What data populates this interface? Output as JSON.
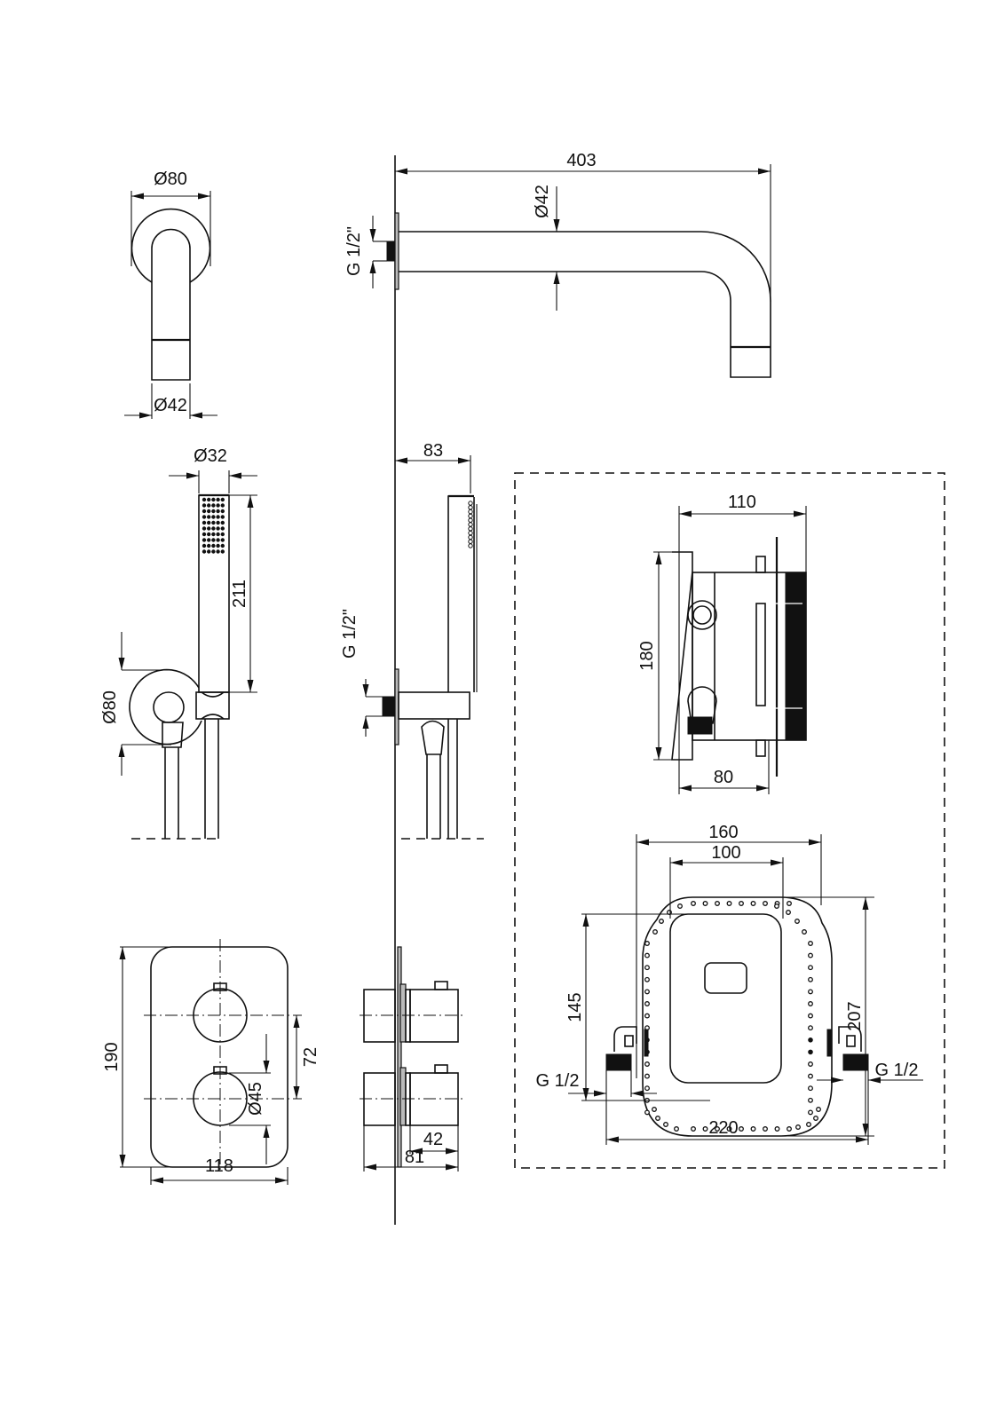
{
  "drawing": {
    "spout_front": {
      "flange_diameter": "Ø80",
      "outlet_diameter": "Ø42"
    },
    "spout_side": {
      "projection": "403",
      "pipe_diameter": "Ø42",
      "connection_thread": "G 1/2\""
    },
    "hand_shower_front": {
      "handle_diameter": "Ø32",
      "handle_length": "211",
      "outlet_diameter": "Ø80"
    },
    "hand_shower_side": {
      "projection": "83",
      "connection_thread": "G 1/2\""
    },
    "mixer_front": {
      "height": "190",
      "width": "118",
      "knob_spacing": "72",
      "knob_diameter": "Ø45"
    },
    "mixer_side": {
      "knob_depth": "42",
      "total_depth": "81"
    },
    "body_side": {
      "width": "110",
      "height": "180",
      "depth": "80"
    },
    "body_front": {
      "outer_width": "160",
      "inner_width": "100",
      "inner_height": "145",
      "outer_height": "207",
      "inlet_spacing": "220",
      "inlet_left": "G 1/2",
      "inlet_right": "G 1/2"
    }
  },
  "colors": {
    "line": "#111111",
    "background": "#ffffff"
  }
}
